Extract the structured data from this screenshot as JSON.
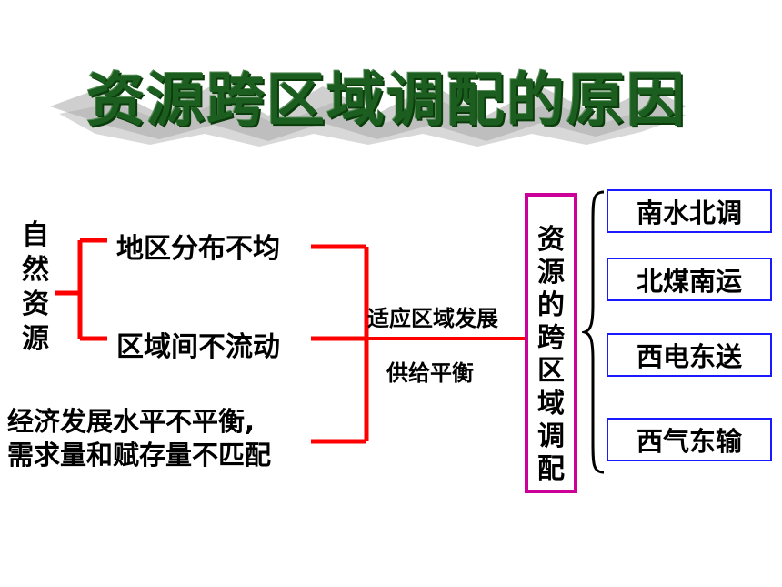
{
  "title": "资源跨区域调配的原因",
  "natural_resources": [
    "自",
    "然",
    "资",
    "源"
  ],
  "branches": {
    "uneven_distribution": "地区分布不均",
    "non_flowing": "区域间不流动",
    "economic_line1": "经济发展水平不平衡,",
    "economic_line2": "需求量和赋存量不匹配"
  },
  "middle": {
    "adapt": "适应区域发展",
    "balance": "供给平衡"
  },
  "result_chars": [
    "资",
    "源",
    "的",
    "跨",
    "区",
    "域",
    "调",
    "配"
  ],
  "projects": [
    "南水北调",
    "北煤南运",
    "西电东送",
    "西气东输"
  ],
  "colors": {
    "title_green": "#1b5e20",
    "line_red": "#ff0000",
    "box_magenta": "#cc0099",
    "project_border": "#1a1aff"
  }
}
